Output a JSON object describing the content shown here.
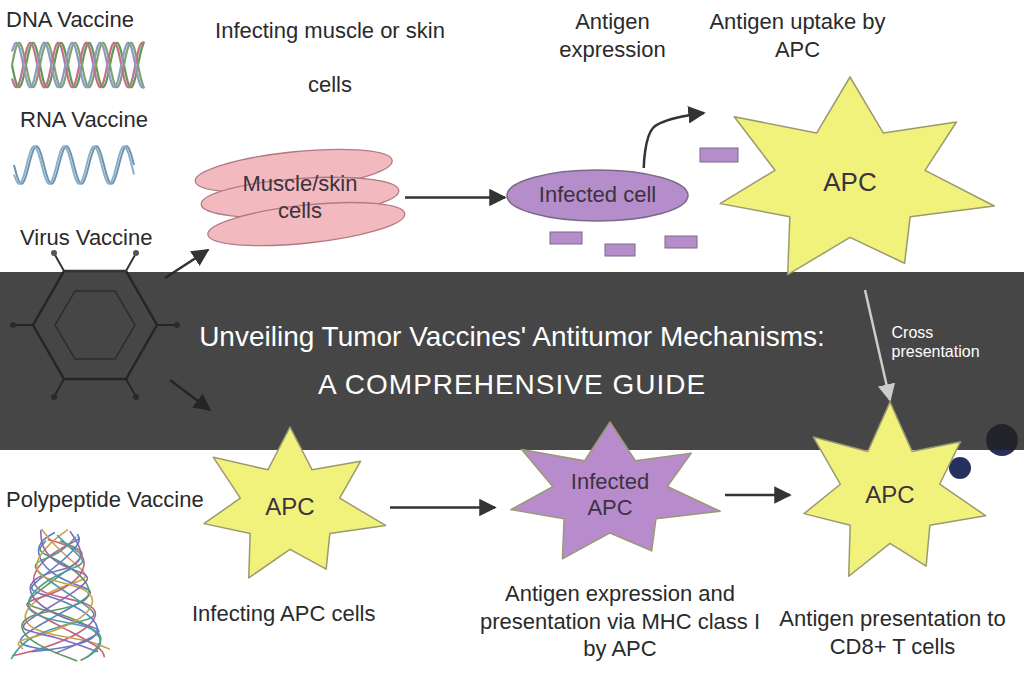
{
  "diagram": {
    "title": "Unveiling Tumor Vaccines' Antitumor Mechanisms:",
    "caption": "A COMPREHENSIVE GUIDE",
    "nodes": [
      {
        "text": [
          "Muscle/skin cells"
        ]
      },
      {
        "text": [
          "Infected cell"
        ]
      },
      {
        "text": [
          "APC"
        ]
      },
      {
        "text": [
          "APC"
        ]
      },
      {
        "text": [
          "Infected APC"
        ]
      },
      {
        "text": [
          "APC"
        ]
      }
    ],
    "edges": [
      {
        "from": 0,
        "to": 1,
        "arrow": "to"
      },
      {
        "from": 1,
        "to": 2,
        "arrow": "to"
      },
      {
        "from": 3,
        "to": 4,
        "arrow": "to"
      },
      {
        "from": 4,
        "to": 5,
        "arrow": "to"
      },
      {
        "from": 2,
        "to": 5,
        "label": "Cross presentation",
        "arrow": "to"
      }
    ],
    "labels": [
      "DNA Vaccine",
      "Infecting muscle or skin cells",
      "Antigen expression",
      "Antigen uptake by APC",
      "RNA Vaccine",
      "Virus Vaccine",
      "Polypeptide Vaccine",
      "Infecting APC cells",
      "Antigen expression and presentation via MHC class I by APC",
      "Antigen presentation to CD8+ T cells"
    ]
  }
}
